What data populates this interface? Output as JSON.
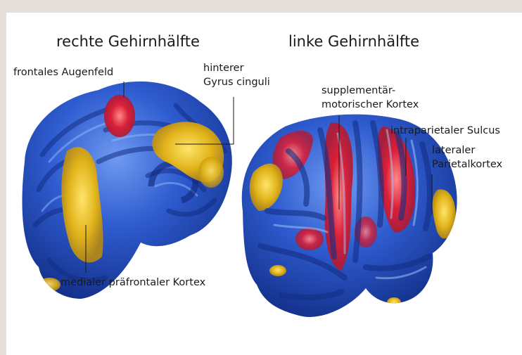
{
  "headings": {
    "right_hemisphere": "rechte Gehirnhälfte",
    "left_hemisphere": "linke Gehirnhälfte"
  },
  "labels": {
    "frontal_eye_field": "frontales Augenfeld",
    "posterior_cingulate_line1": "hinterer",
    "posterior_cingulate_line2": "Gyrus cinguli",
    "medial_prefrontal": "medialer präfrontaler Kortex",
    "sma_line1": "supplementär-",
    "sma_line2": "motorischer Kortex",
    "intraparietal": "intraparietaler Sulcus",
    "lateral_parietal_line1": "lateraler",
    "lateral_parietal_line2": "Parietalkortex"
  },
  "colors": {
    "background": "#e6dedb",
    "panel": "#ffffff",
    "cortex_blue": "#2c55c9",
    "activation_red": "#d9213a",
    "activation_yellow": "#e2b718"
  }
}
